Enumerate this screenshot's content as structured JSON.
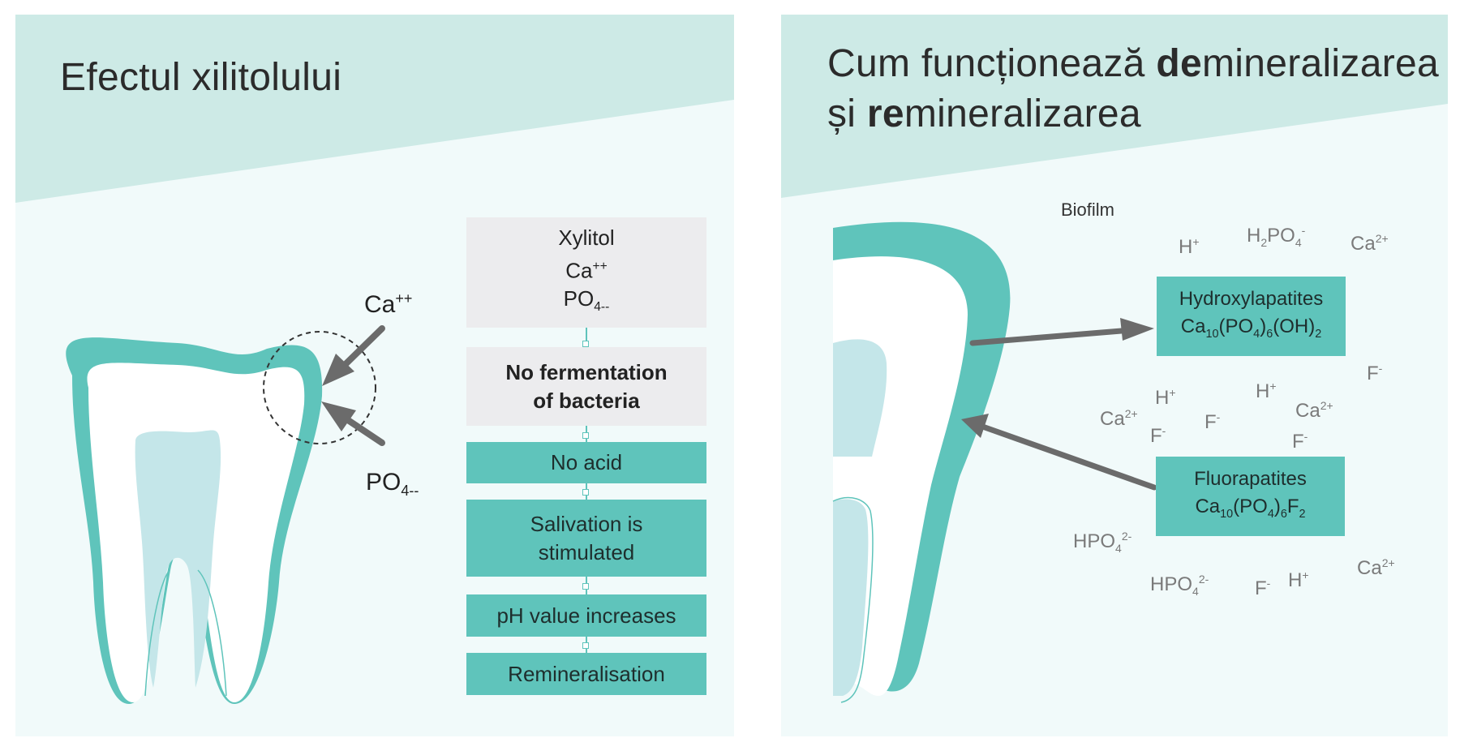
{
  "left_panel": {
    "title": "Efectul xilitolului",
    "label_ca": "Ca",
    "label_ca_sup": "++",
    "label_po": "PO",
    "label_po_sub": "4--",
    "steps": [
      {
        "lines": [
          "Xylitol",
          "Ca",
          "PO"
        ],
        "ca_sup": "++",
        "po_sub": "4--"
      },
      {
        "lines": [
          "No fermentation",
          "of bacteria"
        ]
      },
      {
        "lines": [
          "No acid"
        ]
      },
      {
        "lines": [
          "Salivation is",
          "stimulated"
        ]
      },
      {
        "lines": [
          "pH value increases"
        ]
      },
      {
        "lines": [
          "Remineralisation"
        ]
      }
    ]
  },
  "right_panel": {
    "title_line1_a": "Cum funcționează ",
    "title_line1_b": "de",
    "title_line1_c": "mineralizarea",
    "title_line2_a": "și ",
    "title_line2_b": "re",
    "title_line2_c": "mineralizarea",
    "biofilm": "Biofilm",
    "hydroxy": {
      "name": "Hydroxylapatites",
      "formula": [
        "Ca",
        "10",
        "(PO",
        "4",
        ")",
        "6",
        "(OH)",
        "2"
      ]
    },
    "fluoro": {
      "name": "Fluorapatites",
      "formula": [
        "Ca",
        "10",
        "(PO",
        "4",
        ")",
        "6",
        "F",
        "2"
      ]
    },
    "ions": {
      "h": "H",
      "h_sup": "+",
      "h2po4": "H",
      "h2po4_sub1": "2",
      "h2po4_mid": "PO",
      "h2po4_sub2": "4",
      "h2po4_sup": "-",
      "ca": "Ca",
      "ca_sup": "2+",
      "f": "F",
      "f_sup": "-",
      "hpo4": "HPO",
      "hpo4_sub": "4",
      "hpo4_sup": "2-"
    }
  },
  "colors": {
    "teal": "#5fc4bb",
    "band": "#cdeae6",
    "panel_bg": "#f1fafa",
    "pulp": "#c4e6e9",
    "arrow": "#6b6b6b",
    "grey_box": "#ececee"
  }
}
